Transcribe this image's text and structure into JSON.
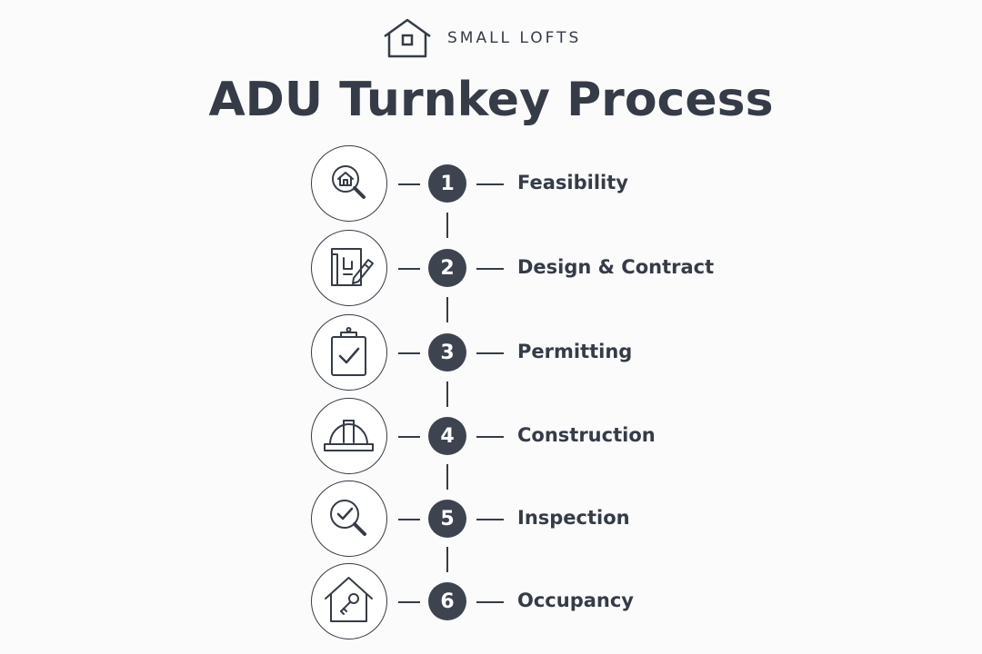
{
  "brand": {
    "name": "SMALL LOFTS",
    "logo_icon": "house-icon"
  },
  "title": "ADU Turnkey Process",
  "colors": {
    "text": "#353c47",
    "badge": "#3d4450",
    "background": "#fbfbfb"
  },
  "steps": [
    {
      "number": "1",
      "label": "Feasibility",
      "icon": "house-magnifier-icon"
    },
    {
      "number": "2",
      "label": "Design & Contract",
      "icon": "blueprint-pencil-icon"
    },
    {
      "number": "3",
      "label": "Permitting",
      "icon": "clipboard-check-icon"
    },
    {
      "number": "4",
      "label": "Construction",
      "icon": "hard-hat-icon"
    },
    {
      "number": "5",
      "label": "Inspection",
      "icon": "magnifier-check-icon"
    },
    {
      "number": "6",
      "label": "Occupancy",
      "icon": "house-key-icon"
    }
  ]
}
